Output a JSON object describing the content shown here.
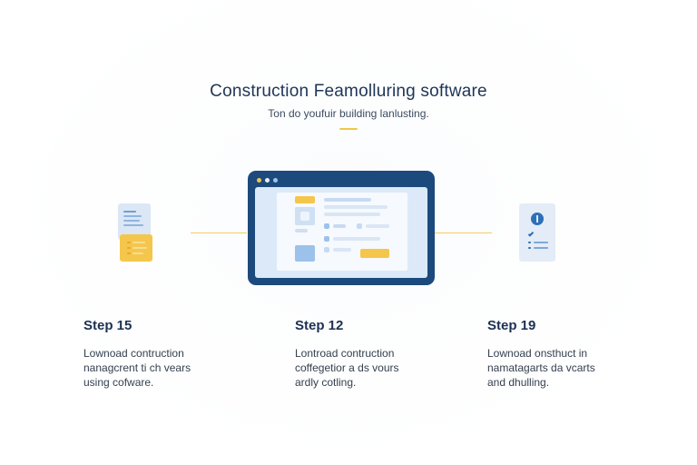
{
  "header": {
    "title": "Construction Feamolluring software",
    "subtitle": "Ton do youfuir building lanlusting."
  },
  "icons": {
    "left": "documents-icon",
    "center": "monitor-dashboard-icon",
    "right": "checklist-document-icon"
  },
  "colors": {
    "navy": "#1d4a7d",
    "accent_yellow": "#f5c64c",
    "light_blue": "#dce9f8"
  },
  "steps": [
    {
      "title": "Step 15",
      "lines": [
        "Lownoad contruction",
        "nanagcrent ti ch vears",
        "using cofware."
      ]
    },
    {
      "title": "Step 12",
      "lines": [
        "Lontroad contruction",
        "coffegetior a ds vours",
        "ardly cotling."
      ]
    },
    {
      "title": "Step 19",
      "lines": [
        "Lownoad onsthuct in",
        "namatagarts da vcarts",
        "and dhulling."
      ]
    }
  ]
}
